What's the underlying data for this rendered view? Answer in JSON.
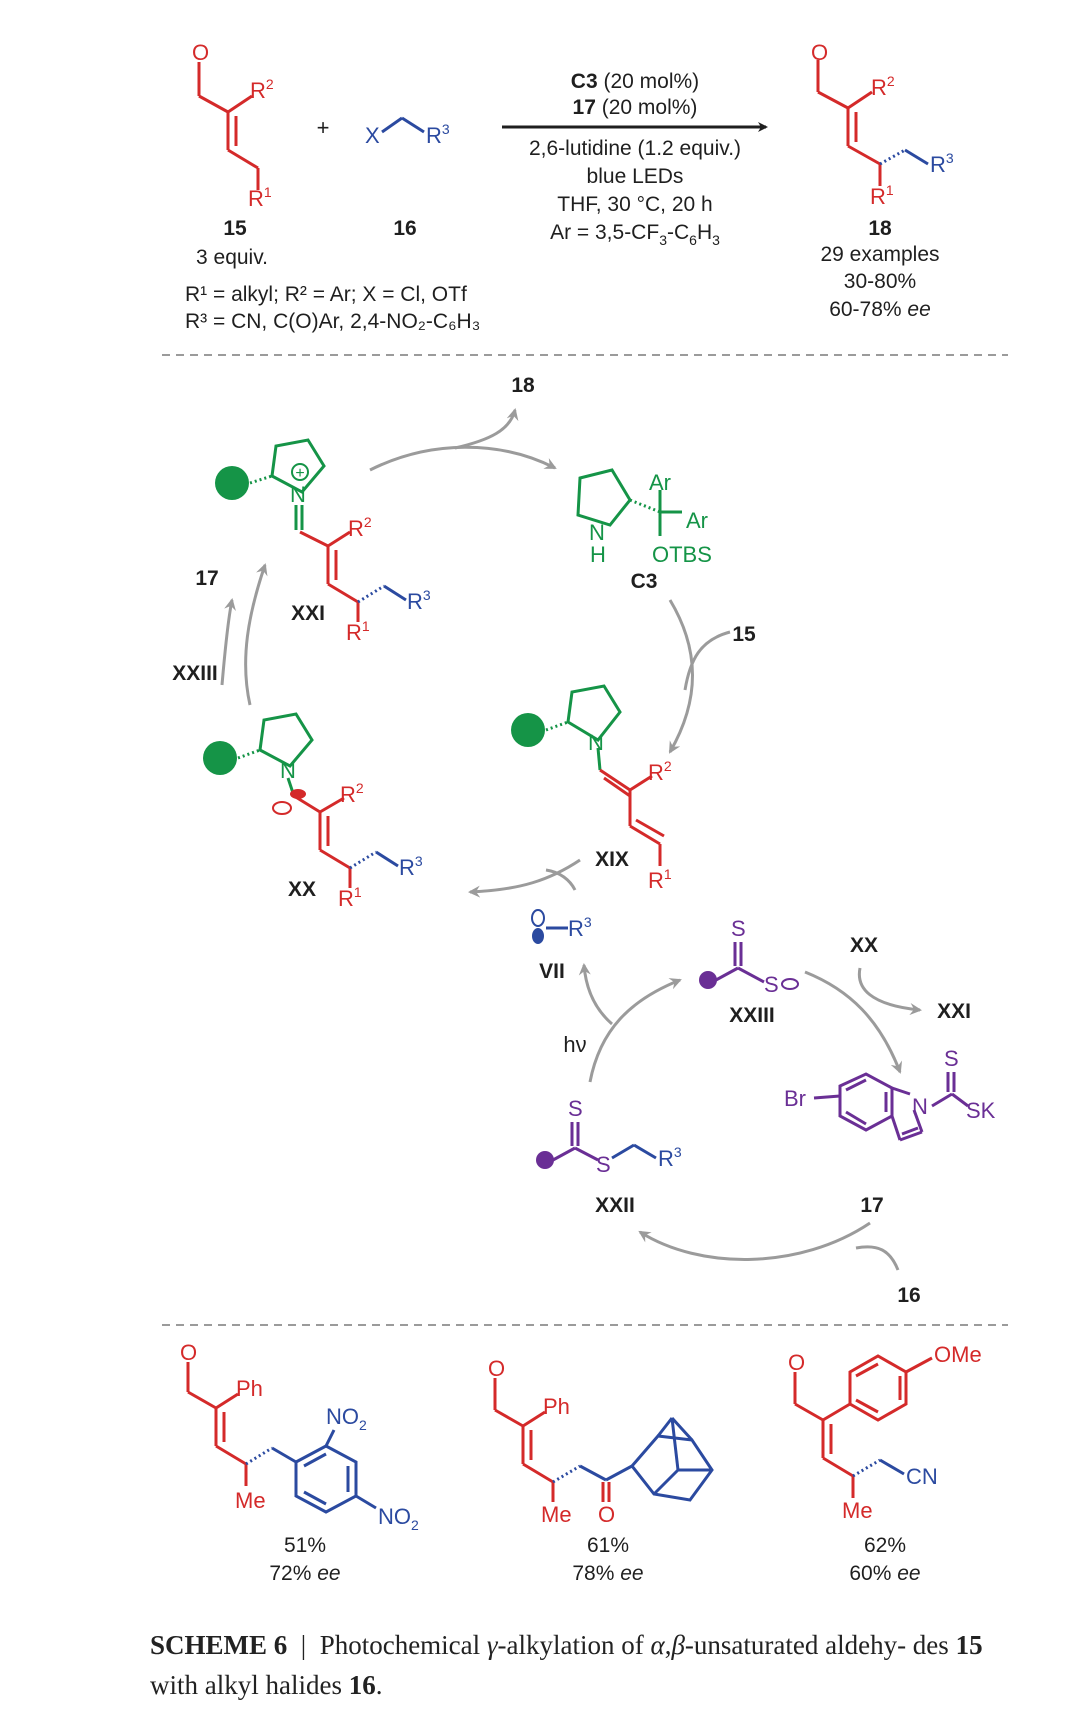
{
  "colors": {
    "red": "#d42a2a",
    "blue": "#2b4aa0",
    "green": "#159447",
    "purple": "#6a2f95",
    "gray": "#9b9b9b",
    "black": "#1f1f1f"
  },
  "top": {
    "cmpd15_label": "15",
    "cmpd15_equiv": "3 equiv.",
    "cmpd16_label": "16",
    "plus": "+",
    "conditions": {
      "c3_bold": "C3",
      "c3_rest": " (20 mol%)",
      "c17_bold": "17",
      "c17_rest": " (20 mol%)",
      "base": "2,6-lutidine (1.2 equiv.)",
      "light": "blue LEDs",
      "solvent": "THF, 30 °C, 20 h",
      "ar_prefix": "Ar = 3,5-CF",
      "ar_sub1": "3",
      "ar_mid": "-C",
      "ar_sub2": "6",
      "ar_h": "H",
      "ar_sub3": "3"
    },
    "r_def1": "R¹ = alkyl; R² = Ar; X = Cl, OTf",
    "r_def2": "R³ = CN, C(O)Ar, 2,4-NO₂-C₆H₃",
    "cmpd18_label": "18",
    "examples": "29 examples",
    "yield_range": "30-80%",
    "ee_range_num": "60-78% ",
    "ee_word": "ee"
  },
  "cycle": {
    "product_18": "18",
    "c3_label": "C3",
    "substrate_15": "15",
    "xix_label": "XIX",
    "xxi_label": "XXI",
    "xx_label": "XX",
    "catalyst_17_out": "17",
    "xxiii_in": "XXIII",
    "vii_label": "VII",
    "hv": "hν",
    "xxii_label": "XXII",
    "xxiii_label": "XXIII",
    "xx_in": "XX",
    "xxi_out": "XXI",
    "catalyst_17_label": "17",
    "substrate_16": "16"
  },
  "atoms": {
    "O": "O",
    "R1": "R",
    "R2": "R",
    "R3": "R",
    "X": "X",
    "N": "N",
    "NH": "H",
    "Ar": "Ar",
    "OTBS": "OTBS",
    "S": "S",
    "SK": "SK",
    "Br": "Br",
    "Ph": "Ph",
    "Me": "Me",
    "NO2": "NO",
    "CN": "CN",
    "OMe": "OMe",
    "sup1": "1",
    "sup2": "2",
    "sup3": "3",
    "sub2": "2",
    "plus": "+"
  },
  "examples": [
    {
      "yield": "51%",
      "ee_num": "72% ",
      "ee_word": "ee"
    },
    {
      "yield": "61%",
      "ee_num": "78% ",
      "ee_word": "ee"
    },
    {
      "yield": "62%",
      "ee_num": "60% ",
      "ee_word": "ee"
    }
  ],
  "caption": {
    "scheme": "SCHEME 6",
    "sep": "|",
    "t1": "Photochemical ",
    "gamma": "γ",
    "t2": "-alkylation of ",
    "alpha": "α",
    "comma": ",",
    "beta": "β",
    "t3": "-unsaturated aldehy- des ",
    "b15": "15",
    "t4": " with alkyl halides ",
    "b16": "16",
    "period": "."
  }
}
